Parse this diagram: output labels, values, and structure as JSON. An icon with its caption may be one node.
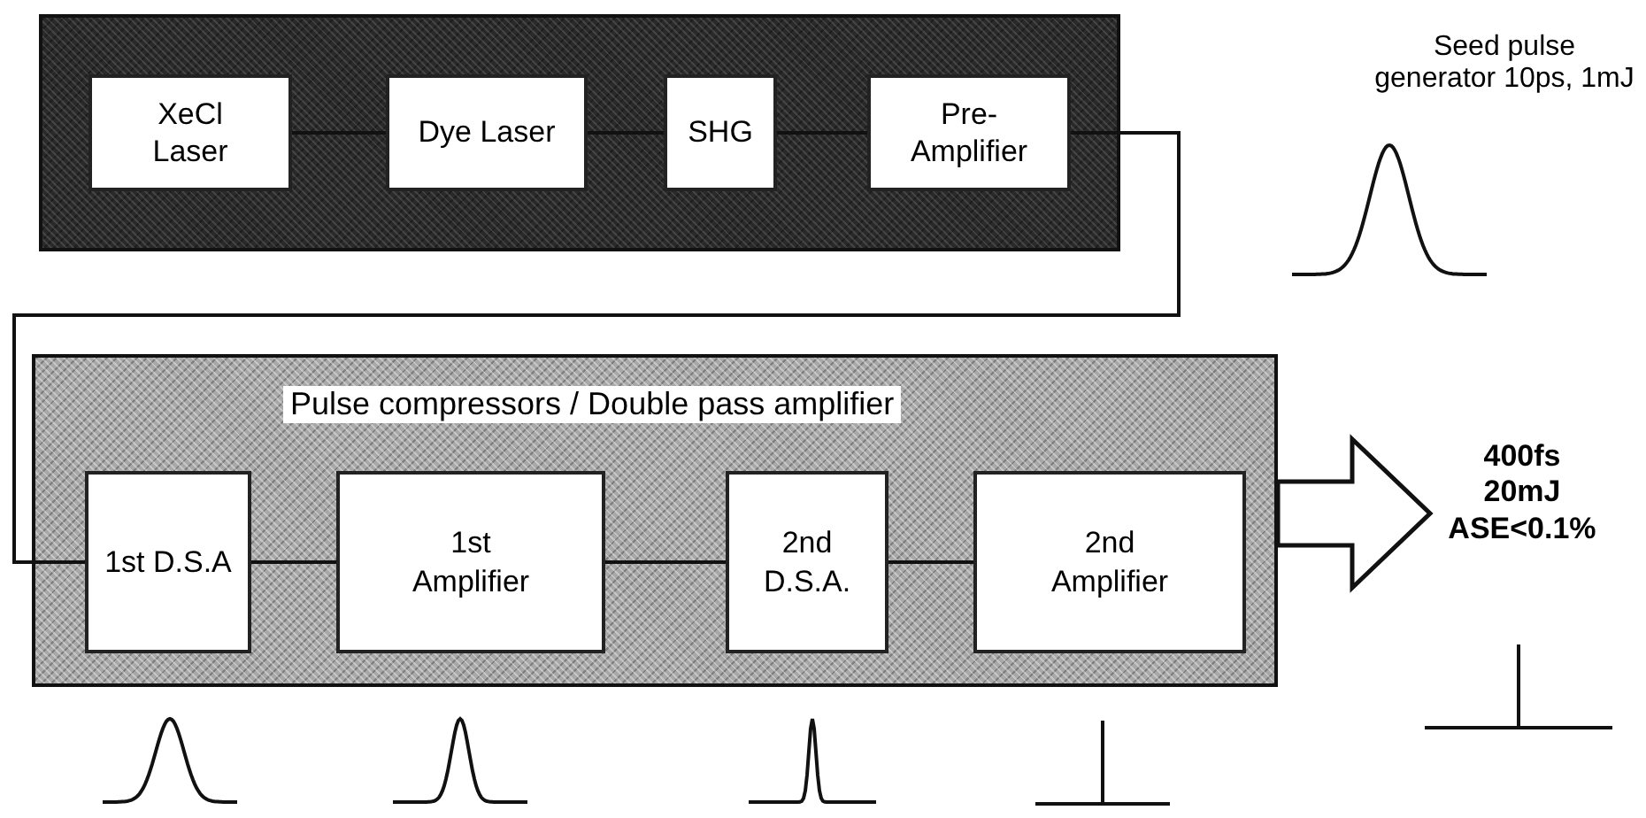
{
  "diagram": {
    "nodes": [
      {
        "text": [],
        "shape": "box"
      },
      {
        "text": [
          "XeCl Laser"
        ],
        "in": 0
      },
      {
        "text": [
          "Dye Laser"
        ],
        "in": 0
      },
      {
        "text": [
          "SHG"
        ],
        "in": 0
      },
      {
        "text": [
          "Pre-Amplifier"
        ],
        "in": 0
      },
      {
        "text": [
          "Pulse compressors / Double pass amplifier"
        ]
      },
      {
        "text": [
          "1st D.S.A"
        ],
        "in": 5
      },
      {
        "text": [
          "1st Amplifier"
        ],
        "in": 5
      },
      {
        "text": [
          "2nd D.S.A."
        ],
        "in": 5
      },
      {
        "text": [
          "2nd Amplifier"
        ],
        "in": 5
      },
      {
        "text": [
          "400fs 20mJ ASE<0.1%"
        ]
      }
    ],
    "edges": [
      {
        "from": 1,
        "to": 2,
        "arrow": "none"
      },
      {
        "from": 2,
        "to": 3,
        "arrow": "none"
      },
      {
        "from": 3,
        "to": 4,
        "arrow": "none"
      },
      {
        "from": 4,
        "to": 6,
        "arrow": "none"
      },
      {
        "from": 6,
        "to": 7,
        "arrow": "none"
      },
      {
        "from": 7,
        "to": 8,
        "arrow": "none"
      },
      {
        "from": 8,
        "to": 9,
        "arrow": "none"
      },
      {
        "from": 5,
        "to": 10,
        "arrow": "to",
        "style": "thick"
      }
    ],
    "labels": [
      "Seed pulse generator 10ps, 1mJ"
    ]
  }
}
